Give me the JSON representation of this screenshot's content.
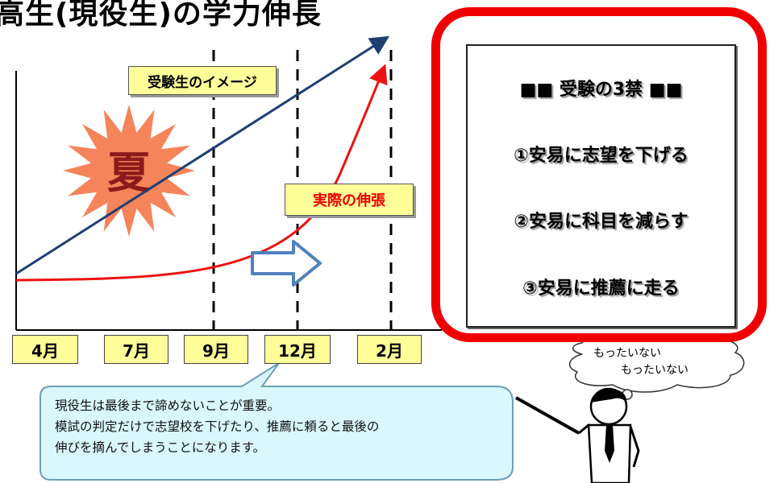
{
  "title": "高生(現役生)の学力伸長",
  "summer_label": "夏",
  "curve_labels": {
    "expected": "受験生のイメージ",
    "actual": "実際の伸張"
  },
  "months": [
    "4月",
    "7月",
    "9月",
    "12月",
    "2月"
  ],
  "rules": {
    "heading": "■■ 受験の3禁 ■■",
    "items": [
      "①安易に志望を下げる",
      "②安易に科目を減らす",
      "③安易に推薦に走る"
    ]
  },
  "callout": {
    "lines": [
      "現役生は最後まで諦めないことが重要。",
      "模試の判定だけで志望校を下げたり、推薦に頼ると最後の",
      "伸びを摘んでしまうことになります。"
    ]
  },
  "thought": {
    "line1": "もったいない",
    "line2": "もったいない"
  },
  "colors": {
    "expected_line": "#1f3f73",
    "actual_curve": "#ee1111",
    "sun": "#f5845a",
    "label_bg": "#ffff99",
    "rules_border": "#ee0000",
    "callout_bg": "#d9f7fd",
    "arrow_fill": "#ffffff",
    "arrow_stroke": "#4f81bd"
  }
}
